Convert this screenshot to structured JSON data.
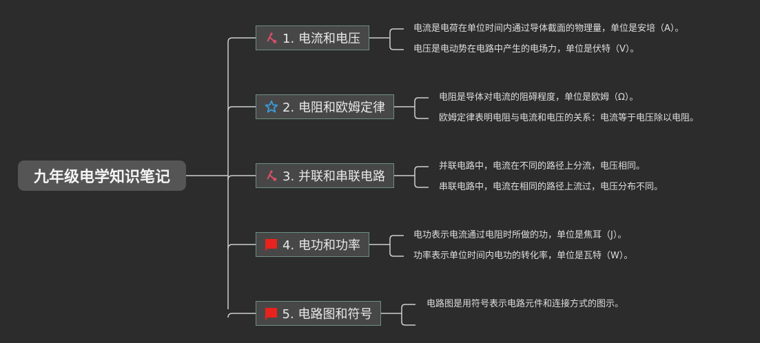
{
  "root": {
    "title": "九年级电学知识笔记"
  },
  "branches": [
    {
      "label": "1. 电流和电压",
      "icon": "tools-icon",
      "icon_color": "#e0506a",
      "notes": [
        "电流是电荷在单位时间内通过导体截面的物理量，单位是安培（A）。",
        "电压是电动势在电路中产生的电场力，单位是伏特（V）。"
      ]
    },
    {
      "label": "2. 电阻和欧姆定律",
      "icon": "star-icon",
      "icon_color": "#3a9ee0",
      "notes": [
        "电阻是导体对电流的阻碍程度，单位是欧姆（Ω）。",
        "欧姆定律表明电阻与电流和电压的关系：电流等于电压除以电阻。"
      ]
    },
    {
      "label": "3. 并联和串联电路",
      "icon": "tools-icon",
      "icon_color": "#e0506a",
      "notes": [
        "并联电路中，电流在不同的路径上分流，电压相同。",
        "串联电路中，电流在相同的路径上流过，电压分布不同。"
      ]
    },
    {
      "label": "4. 电功和功率",
      "icon": "flag-icon",
      "icon_color": "#e8231d",
      "notes": [
        "电功表示电流通过电阻时所做的功，单位是焦耳（J）。",
        "功率表示单位时间内电功的转化率，单位是瓦特（W）。"
      ]
    },
    {
      "label": "5. 电路图和符号",
      "icon": "flag-icon",
      "icon_color": "#e8231d",
      "notes": [
        "电路图是用符号表示电路元件和连接方式的图示。",
        ""
      ]
    }
  ],
  "colors": {
    "background": "#2c2c2c",
    "root_fill": "#555555",
    "branch_fill": "#474747",
    "branch_border": "#6e8f84",
    "connector": "#d0d0d0"
  }
}
